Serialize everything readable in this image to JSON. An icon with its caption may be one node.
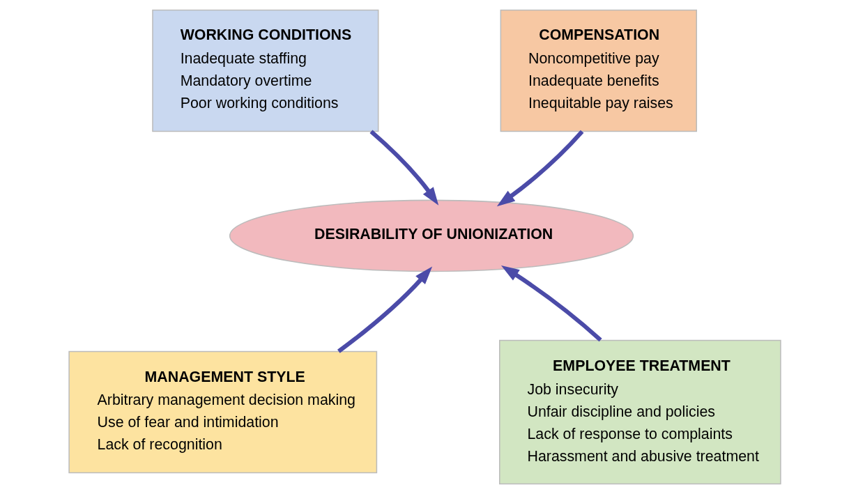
{
  "diagram": {
    "nodes": [
      {
        "text": [
          "WORKING CONDITIONS",
          "Inadequate staffing",
          "Mandatory overtime",
          "Poor working conditions"
        ]
      },
      {
        "text": [
          "COMPENSATION",
          "Noncompetitive pay",
          "Inadequate benefits",
          "Inequitable pay raises"
        ]
      },
      {
        "text": [
          "DESIRABILITY OF UNIONIZATION"
        ]
      },
      {
        "text": [
          "MANAGEMENT STYLE",
          "Arbitrary management decision making",
          "Use of fear and intimidation",
          "Lack of recognition"
        ]
      },
      {
        "text": [
          "EMPLOYEE TREATMENT",
          "Job insecurity",
          "Unfair discipline and policies",
          "Lack of response to complaints",
          "Harassment and abusive treatment"
        ]
      }
    ],
    "edges": [
      {
        "from": 0,
        "to": 2,
        "arrow": "to"
      },
      {
        "from": 1,
        "to": 2,
        "arrow": "to"
      },
      {
        "from": 3,
        "to": 2,
        "arrow": "to"
      },
      {
        "from": 4,
        "to": 2,
        "arrow": "to"
      }
    ]
  }
}
